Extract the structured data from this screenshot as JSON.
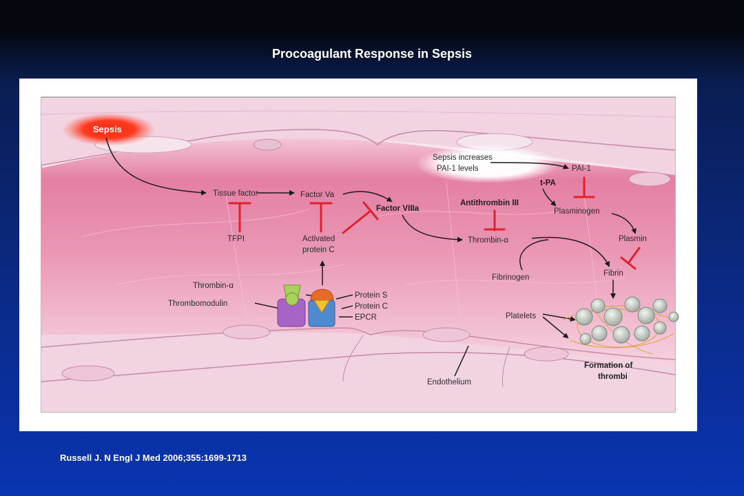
{
  "slide": {
    "title": "Procoagulant Response in Sepsis",
    "citation": "Russell J. N Engl J Med 2006;355:1699-1713"
  },
  "diagram": {
    "sepsis": "Sepsis",
    "sepsis_increases_line1": "Sepsis increases",
    "sepsis_increases_line2": "PAI-1 levels",
    "pai1": "PAI-1",
    "tpa": "t-PA",
    "plasminogen": "Plasminogen",
    "plasmin": "Plasmin",
    "tissue_factor": "Tissue factor",
    "factor_va": "Factor Va",
    "factor_viiia": "Factor VIIIa",
    "antithrombin": "Antithrombin III",
    "thrombin_alpha": "Thrombin-α",
    "tfpi": "TFPI",
    "activated_pc_line1": "Activated",
    "activated_pc_line2": "protein C",
    "fibrinogen": "Fibrinogen",
    "fibrin": "Fibrin",
    "thrombin_alpha_receptor": "Thrombin-α",
    "thrombomodulin": "Thrombomodulin",
    "protein_s": "Protein S",
    "protein_c": "Protein C",
    "epcr": "EPCR",
    "platelets": "Platelets",
    "formation_line1": "Formation of",
    "formation_line2": "thrombi",
    "endothelium": "Endothelium"
  },
  "colors": {
    "activation_arrow": "#1a1a1a",
    "inhibition": "#e0202a",
    "vessel_pink": "#e68aa8",
    "endothelium": "#f0cfe0",
    "sepsis_glow": "#ff2a1a"
  }
}
